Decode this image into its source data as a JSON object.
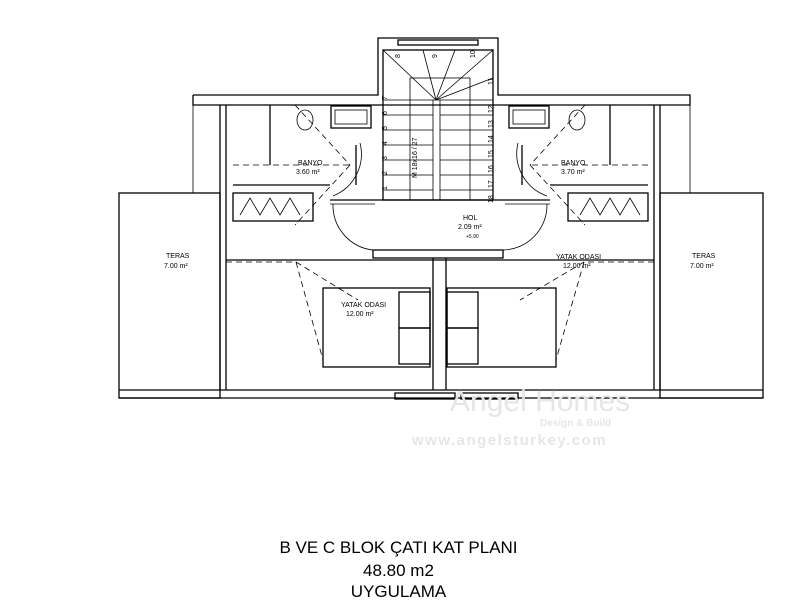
{
  "rooms": {
    "banyo_left": {
      "name": "BANYO",
      "area": "3.60 m²"
    },
    "banyo_right": {
      "name": "BANYO",
      "area": "3.70 m²"
    },
    "hol": {
      "name": "HOL",
      "area": "2.09 m²",
      "level": "+5.90"
    },
    "teras_left": {
      "name": "TERAS",
      "area": "7.00 m²"
    },
    "teras_right": {
      "name": "TERAS",
      "area": "7.00 m²"
    },
    "yatak_left": {
      "name": "YATAK ODASI",
      "area": "12.00 m²"
    },
    "yatak_right": {
      "name": "YATAK ODASI",
      "area": "12.00 m²"
    }
  },
  "stairs": {
    "label": "M 18x16 / 27",
    "steps": [
      "1",
      "2",
      "3",
      "4",
      "5",
      "6",
      "7",
      "8",
      "9",
      "10",
      "11",
      "12",
      "13",
      "14",
      "15",
      "16",
      "17",
      "18"
    ]
  },
  "watermark": {
    "brand": "Angel Homes",
    "tagline": "Design & Build",
    "url": "www.angelsturkey.com"
  },
  "caption": {
    "title": "B VE C BLOK  ÇATI KAT PLANI",
    "area": "48.80 m2",
    "status": "UYGULAMA"
  }
}
